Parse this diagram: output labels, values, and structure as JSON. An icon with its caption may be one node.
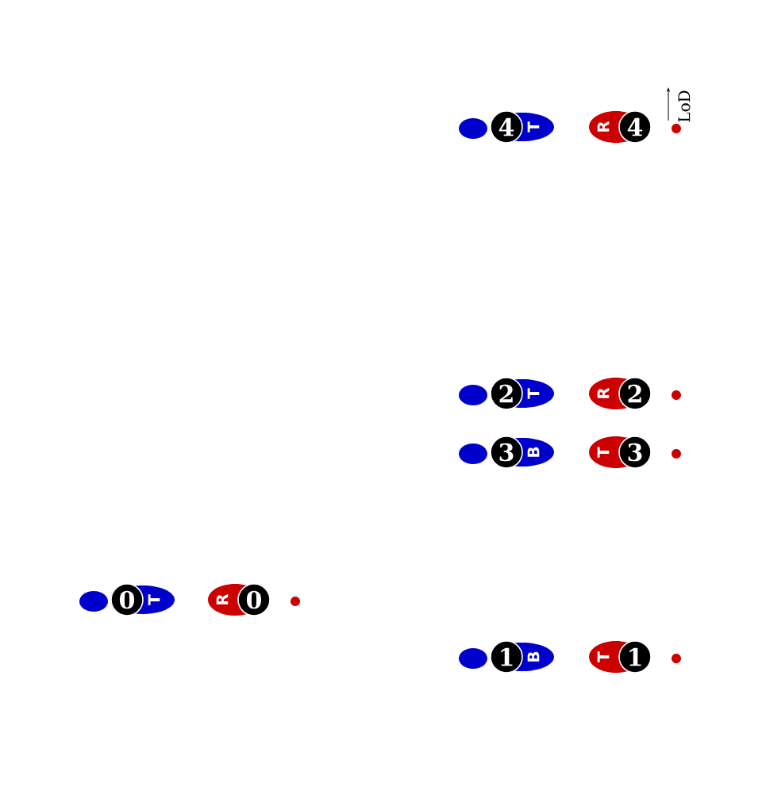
{
  "diagram": {
    "nodes": [
      {
        "text": [
          "4",
          "T"
        ]
      },
      {
        "text": [
          "4",
          "R"
        ]
      },
      {
        "text": [
          "2",
          "T"
        ]
      },
      {
        "text": [
          "2",
          "R"
        ]
      },
      {
        "text": [
          "3",
          "B"
        ]
      },
      {
        "text": [
          "3",
          "T"
        ]
      },
      {
        "text": [
          "0",
          "T"
        ]
      },
      {
        "text": [
          "0",
          "R"
        ]
      },
      {
        "text": [
          "1",
          "B"
        ]
      },
      {
        "text": [
          "1",
          "T"
        ]
      }
    ],
    "labels": [
      "LoD"
    ]
  }
}
